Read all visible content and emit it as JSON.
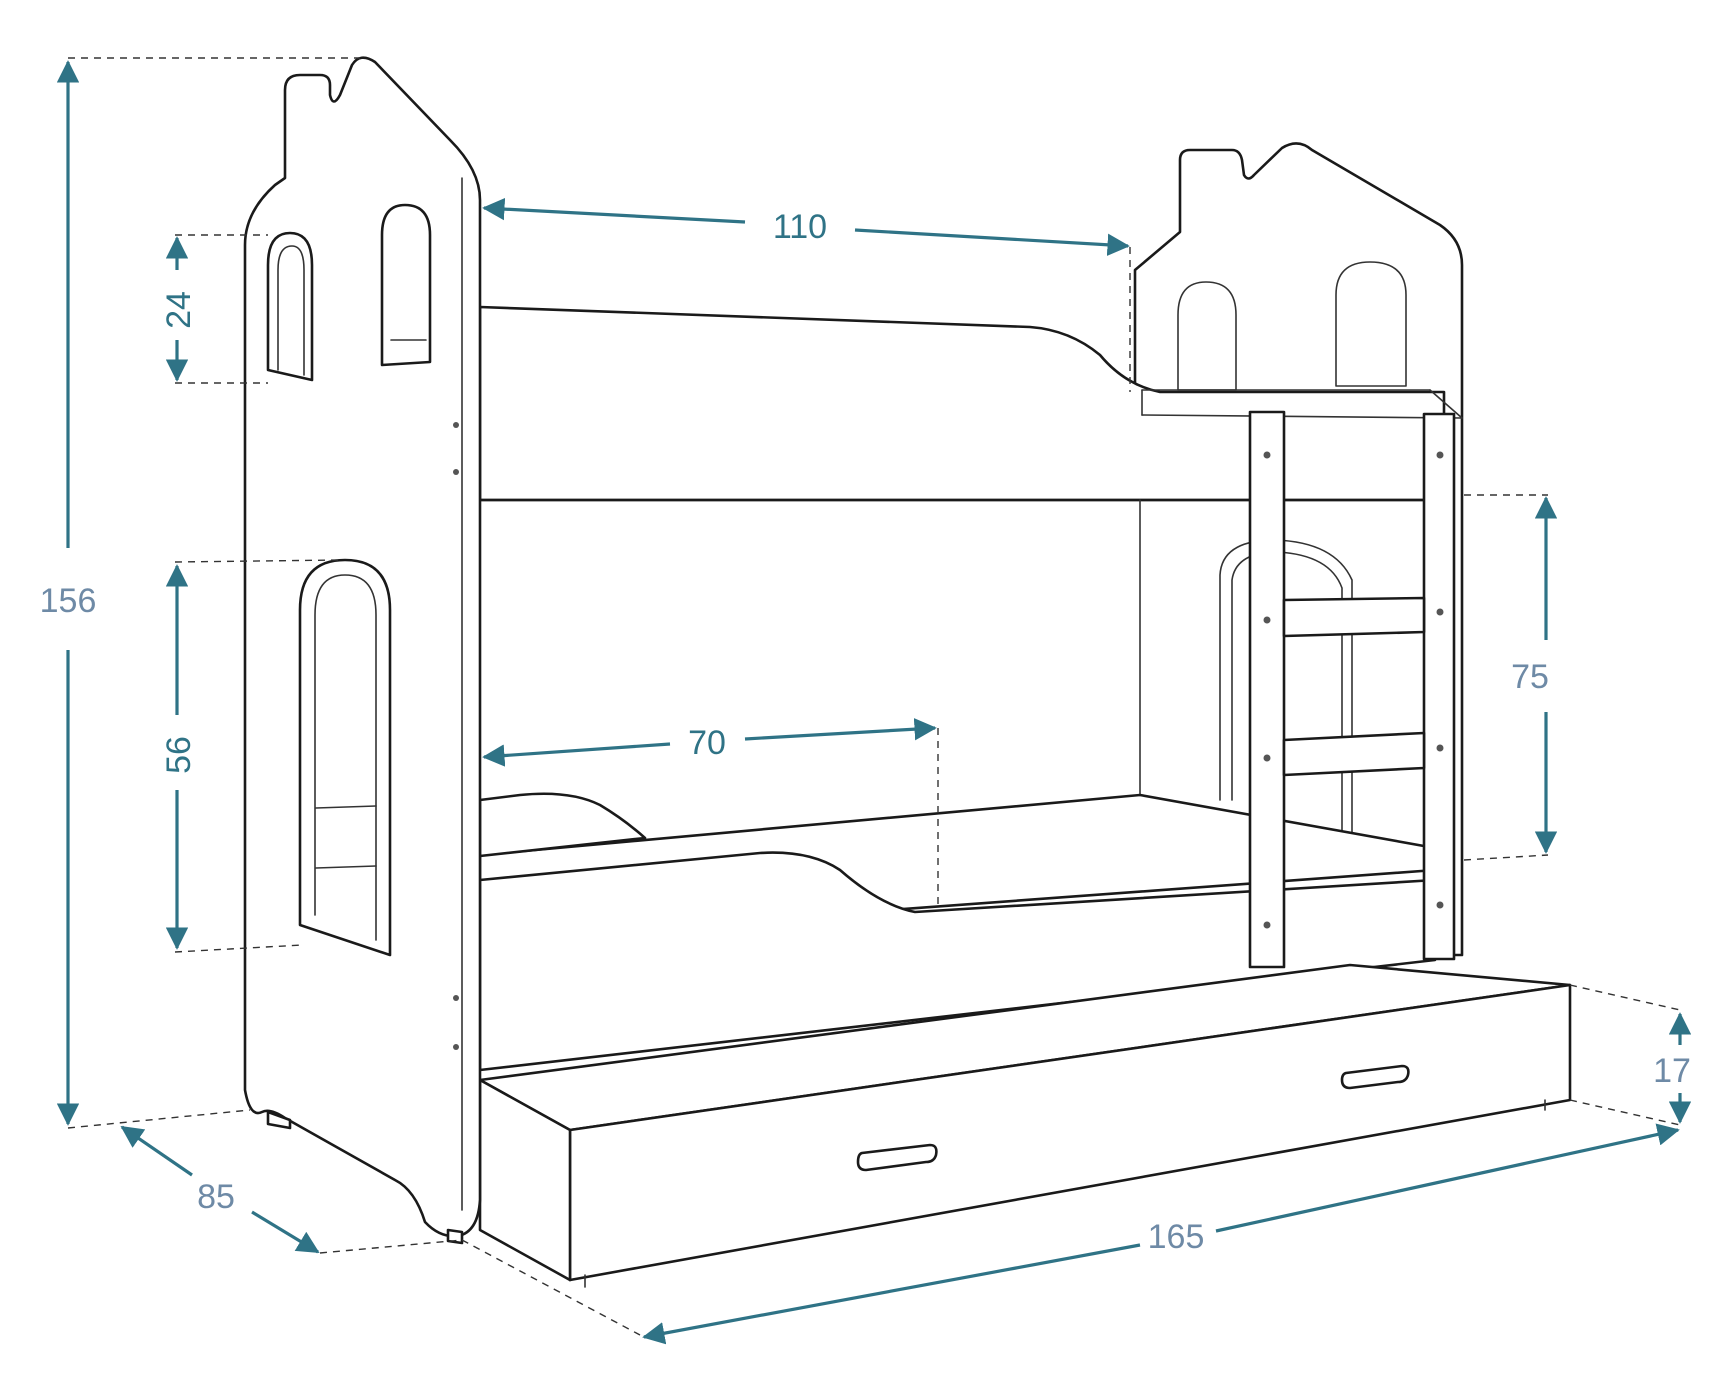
{
  "dimensions": {
    "total_height": {
      "value": "156",
      "color": "#6e8aa6"
    },
    "depth": {
      "value": "85",
      "color": "#6e8aa6"
    },
    "length": {
      "value": "165",
      "color": "#6e8aa6"
    },
    "drawer_height": {
      "value": "17",
      "color": "#6e8aa6"
    },
    "window_height": {
      "value": "24",
      "color": "#2f7386"
    },
    "lower_opening_height": {
      "value": "56",
      "color": "#2f7386"
    },
    "upper_guard_length": {
      "value": "110",
      "color": "#2f7386"
    },
    "lower_guard_length": {
      "value": "70",
      "color": "#2f7386"
    },
    "ladder_height": {
      "value": "75",
      "color": "#6e8aa6"
    }
  },
  "colors": {
    "dimension_line": "#2f7386",
    "outline": "#1a1a1a",
    "background": "#ffffff"
  }
}
